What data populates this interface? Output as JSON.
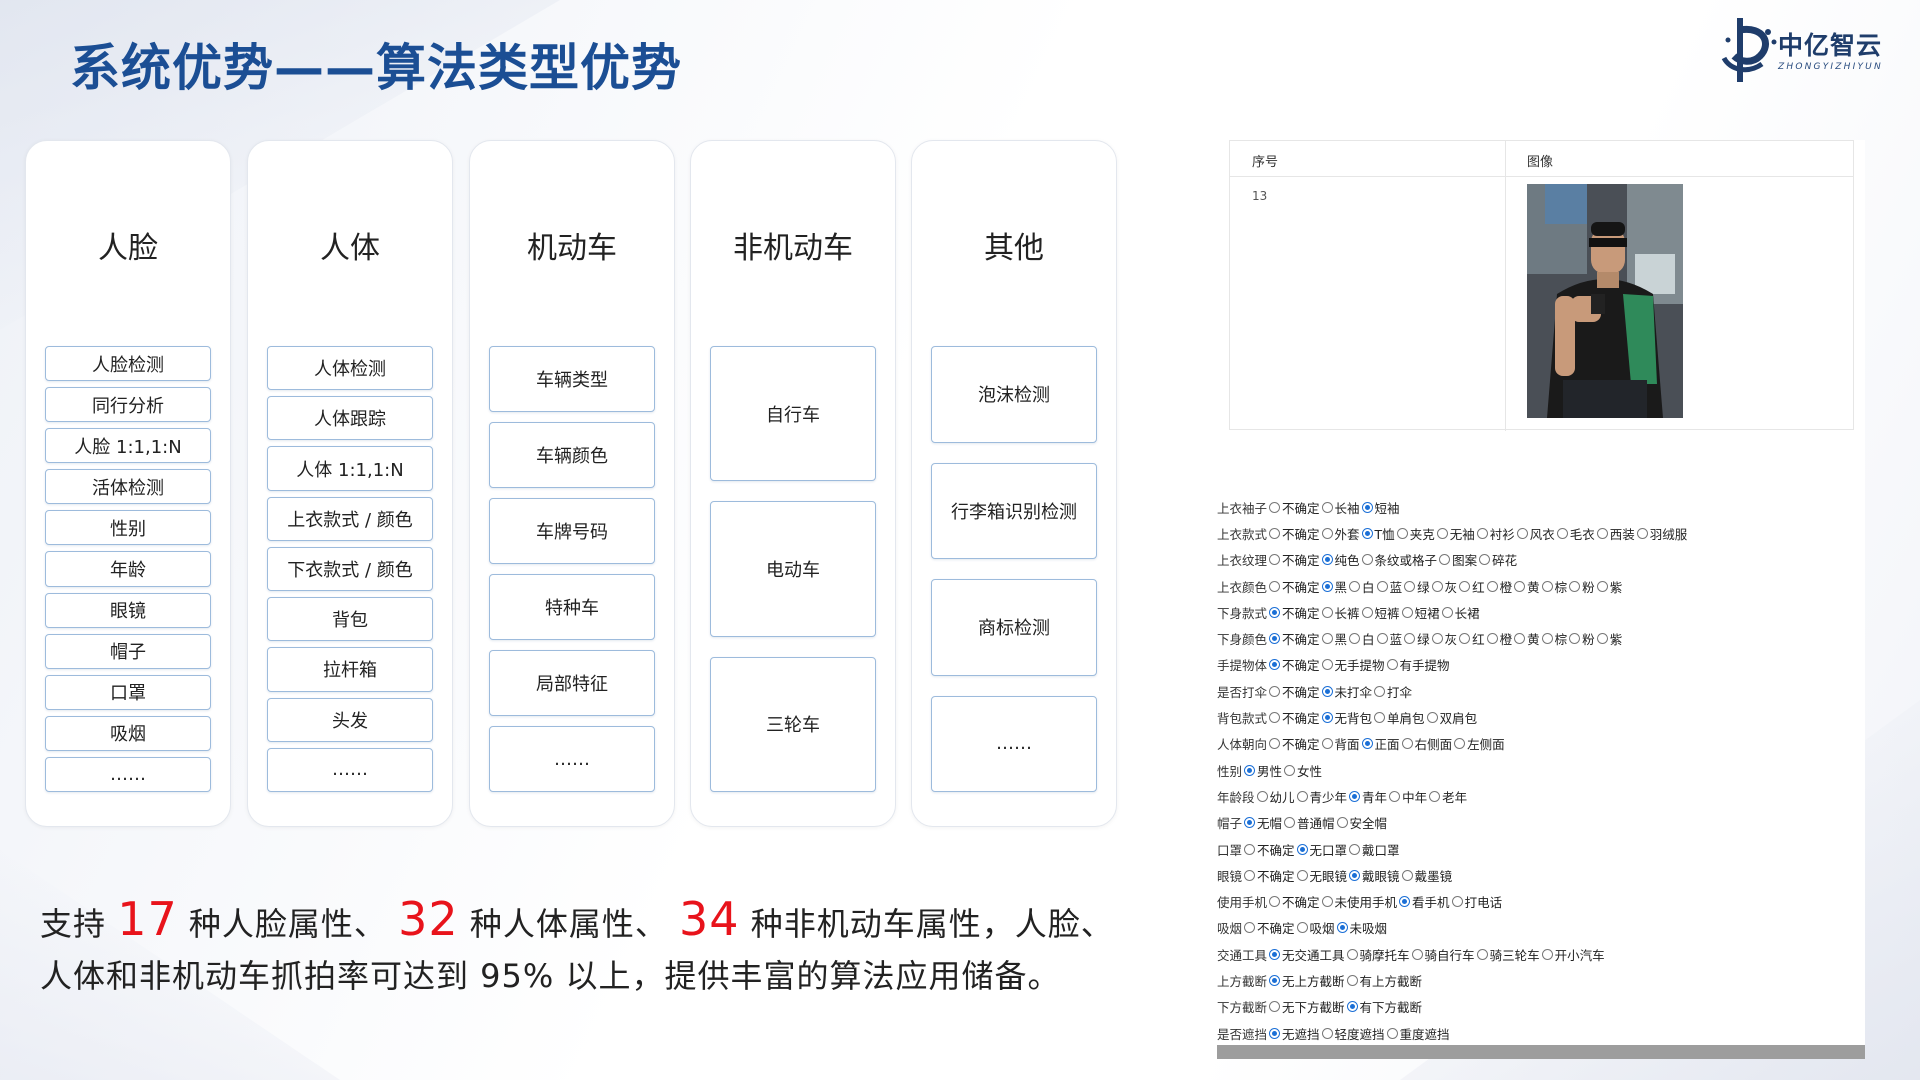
{
  "slide": {
    "title": "系统优势——算法类型优势",
    "logo": {
      "cn": "中亿智云",
      "en": "ZHONGYIZHIYUN"
    }
  },
  "categories": [
    {
      "title": "人脸",
      "items": [
        "人脸检测",
        "同行分析",
        "人脸 1:1,1:N",
        "活体检测",
        "性别",
        "年龄",
        "眼镜",
        "帽子",
        "口罩",
        "吸烟",
        "……"
      ]
    },
    {
      "title": "人体",
      "items": [
        "人体检测",
        "人体跟踪",
        "人体 1:1,1:N",
        "上衣款式 / 颜色",
        "下衣款式 / 颜色",
        "背包",
        "拉杆箱",
        "头发",
        "……"
      ]
    },
    {
      "title": "机动车",
      "items": [
        "车辆类型",
        "车辆颜色",
        "车牌号码",
        "特种车",
        "局部特征",
        "……"
      ]
    },
    {
      "title": "非机动车",
      "items": [
        "自行车",
        "电动车",
        "三轮车"
      ]
    },
    {
      "title": "其他",
      "items": [
        "泡沫检测",
        "行李箱识别检测",
        "商标检测",
        "……"
      ]
    }
  ],
  "description": {
    "prefix": "支持 ",
    "face_count": "17",
    "mid1": " 种人脸属性、 ",
    "body_count": "32",
    "mid2": " 种人体属性、 ",
    "nonmotor_count": "34",
    "suffix": " 种非机动车属性，人脸、",
    "line2": "人体和非机动车抓拍率可达到 95% 以上，提供丰富的算法应用储备。"
  },
  "screenshot": {
    "table": {
      "col_no": "序号",
      "col_image": "图像",
      "row_no": "13"
    },
    "attributes": [
      {
        "label": "上衣袖子",
        "options": [
          "不确定",
          "长袖",
          "短袖"
        ],
        "selected": 2
      },
      {
        "label": "上衣款式",
        "options": [
          "不确定",
          "外套",
          "T恤",
          "夹克",
          "无袖",
          "衬衫",
          "风衣",
          "毛衣",
          "西装",
          "羽绒服"
        ],
        "selected": 2
      },
      {
        "label": "上衣纹理",
        "options": [
          "不确定",
          "纯色",
          "条纹或格子",
          "图案",
          "碎花"
        ],
        "selected": 1
      },
      {
        "label": "上衣颜色",
        "options": [
          "不确定",
          "黑",
          "白",
          "蓝",
          "绿",
          "灰",
          "红",
          "橙",
          "黄",
          "棕",
          "粉",
          "紫"
        ],
        "selected": 1
      },
      {
        "label": "下身款式",
        "options": [
          "不确定",
          "长裤",
          "短裤",
          "短裙",
          "长裙"
        ],
        "selected": 0
      },
      {
        "label": "下身颜色",
        "options": [
          "不确定",
          "黑",
          "白",
          "蓝",
          "绿",
          "灰",
          "红",
          "橙",
          "黄",
          "棕",
          "粉",
          "紫"
        ],
        "selected": 0
      },
      {
        "label": "手提物体",
        "options": [
          "不确定",
          "无手提物",
          "有手提物"
        ],
        "selected": 0
      },
      {
        "label": "是否打伞",
        "options": [
          "不确定",
          "未打伞",
          "打伞"
        ],
        "selected": 1
      },
      {
        "label": "背包款式",
        "options": [
          "不确定",
          "无背包",
          "单肩包",
          "双肩包"
        ],
        "selected": 1
      },
      {
        "label": "人体朝向",
        "options": [
          "不确定",
          "背面",
          "正面",
          "右侧面",
          "左侧面"
        ],
        "selected": 2
      },
      {
        "label": "性别",
        "options": [
          "男性",
          "女性"
        ],
        "selected": 0
      },
      {
        "label": "年龄段",
        "options": [
          "幼儿",
          "青少年",
          "青年",
          "中年",
          "老年"
        ],
        "selected": 2
      },
      {
        "label": "帽子",
        "options": [
          "无帽",
          "普通帽",
          "安全帽"
        ],
        "selected": 0
      },
      {
        "label": "口罩",
        "options": [
          "不确定",
          "无口罩",
          "戴口罩"
        ],
        "selected": 1
      },
      {
        "label": "眼镜",
        "options": [
          "不确定",
          "无眼镜",
          "戴眼镜",
          "戴墨镜"
        ],
        "selected": 2
      },
      {
        "label": "使用手机",
        "options": [
          "不确定",
          "未使用手机",
          "看手机",
          "打电话"
        ],
        "selected": 2
      },
      {
        "label": "吸烟",
        "options": [
          "不确定",
          "吸烟",
          "未吸烟"
        ],
        "selected": 2
      },
      {
        "label": "交通工具",
        "options": [
          "无交通工具",
          "骑摩托车",
          "骑自行车",
          "骑三轮车",
          "开小汽车"
        ],
        "selected": 0
      },
      {
        "label": "上方截断",
        "options": [
          "无上方截断",
          "有上方截断"
        ],
        "selected": 0
      },
      {
        "label": "下方截断",
        "options": [
          "无下方截断",
          "有下方截断"
        ],
        "selected": 1
      },
      {
        "label": "是否遮挡",
        "options": [
          "无遮挡",
          "轻度遮挡",
          "重度遮挡"
        ],
        "selected": 0
      }
    ]
  }
}
